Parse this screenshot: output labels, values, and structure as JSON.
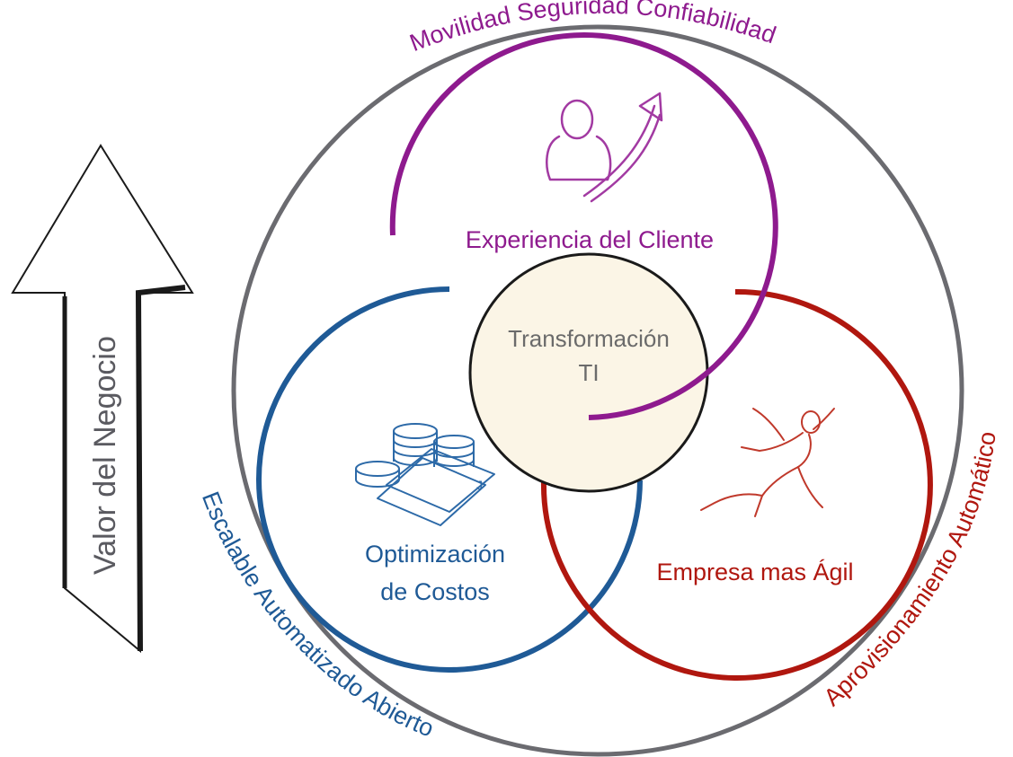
{
  "axis_label": "Valor del Negocio",
  "center": {
    "line1": "Transformación",
    "line2": "TI"
  },
  "circles": {
    "experiencia": {
      "label": "Experiencia del Cliente",
      "color": "#8e1a8e",
      "icon": "customer-growth-icon"
    },
    "optimizacion": {
      "line1": "Optimización",
      "line2": "de Costos",
      "color": "#1f5a96",
      "icon": "coins-cards-icon"
    },
    "empresa": {
      "label": "Empresa mas Ágil",
      "color": "#b0170f",
      "icon": "runner-icon"
    }
  },
  "arc_labels": {
    "top": "Movilidad  Seguridad  Confiabilidad",
    "left": "Escalable  Automatizado  Abierto",
    "right": "Aprovisionamiento Automático"
  },
  "colors": {
    "outer_ring": "#6b6b70",
    "center_fill": "#fbf5e6",
    "arrow": "#1a1a1a"
  }
}
